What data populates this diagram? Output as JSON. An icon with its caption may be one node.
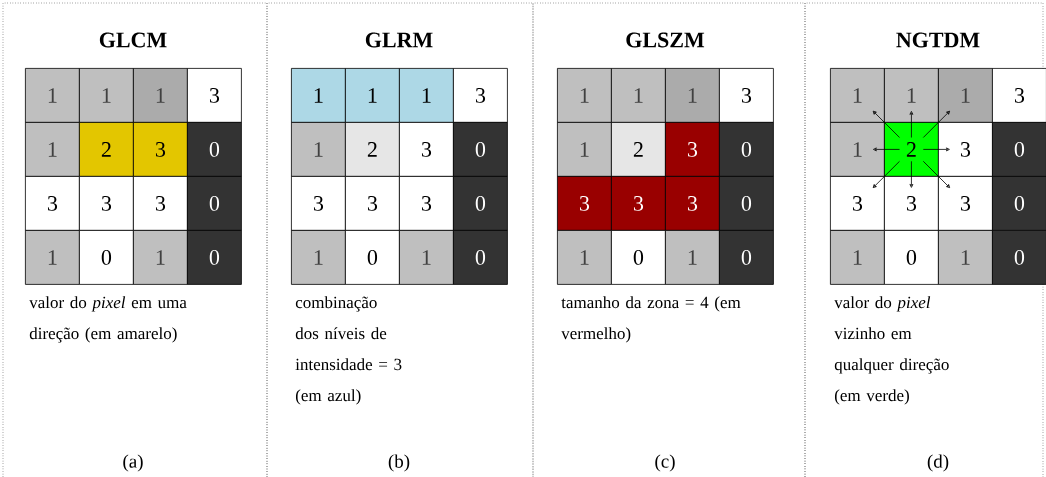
{
  "diagram": {
    "nodes": [
      {
        "text": [
          "GLCM",
          "valor do *pixel* em uma direção (em amarelo)",
          "(a)"
        ]
      },
      {
        "text": [
          "1"
        ],
        "in": 0
      },
      {
        "text": [
          "1"
        ],
        "in": 0
      },
      {
        "text": [
          "1"
        ],
        "in": 0
      },
      {
        "text": [
          "3"
        ],
        "in": 0
      },
      {
        "text": [
          "1"
        ],
        "in": 0
      },
      {
        "text": [
          "2"
        ],
        "in": 0
      },
      {
        "text": [
          "3"
        ],
        "in": 0
      },
      {
        "text": [
          "0"
        ],
        "in": 0
      },
      {
        "text": [
          "3"
        ],
        "in": 0
      },
      {
        "text": [
          "3"
        ],
        "in": 0
      },
      {
        "text": [
          "3"
        ],
        "in": 0
      },
      {
        "text": [
          "0"
        ],
        "in": 0
      },
      {
        "text": [
          "1"
        ],
        "in": 0
      },
      {
        "text": [
          "0"
        ],
        "in": 0
      },
      {
        "text": [
          "1"
        ],
        "in": 0
      },
      {
        "text": [
          "0"
        ],
        "in": 0
      },
      {
        "text": [
          "GLRM",
          "combinação dos níveis de intensidade = 3 (em azul)",
          "(b)"
        ]
      },
      {
        "text": [
          "1"
        ],
        "in": 17
      },
      {
        "text": [
          "1"
        ],
        "in": 17
      },
      {
        "text": [
          "1"
        ],
        "in": 17
      },
      {
        "text": [
          "3"
        ],
        "in": 17
      },
      {
        "text": [
          "1"
        ],
        "in": 17
      },
      {
        "text": [
          "2"
        ],
        "in": 17
      },
      {
        "text": [
          "3"
        ],
        "in": 17
      },
      {
        "text": [
          "0"
        ],
        "in": 17
      },
      {
        "text": [
          "3"
        ],
        "in": 17
      },
      {
        "text": [
          "3"
        ],
        "in": 17
      },
      {
        "text": [
          "3"
        ],
        "in": 17
      },
      {
        "text": [
          "0"
        ],
        "in": 17
      },
      {
        "text": [
          "1"
        ],
        "in": 17
      },
      {
        "text": [
          "0"
        ],
        "in": 17
      },
      {
        "text": [
          "1"
        ],
        "in": 17
      },
      {
        "text": [
          "0"
        ],
        "in": 17
      },
      {
        "text": [
          "GLSZM",
          "tamanho da zona = 4 (em vermelho)",
          "(c)"
        ]
      },
      {
        "text": [
          "1"
        ],
        "in": 34
      },
      {
        "text": [
          "1"
        ],
        "in": 34
      },
      {
        "text": [
          "1"
        ],
        "in": 34
      },
      {
        "text": [
          "3"
        ],
        "in": 34
      },
      {
        "text": [
          "1"
        ],
        "in": 34
      },
      {
        "text": [
          "2"
        ],
        "in": 34
      },
      {
        "text": [
          "3"
        ],
        "in": 34
      },
      {
        "text": [
          "0"
        ],
        "in": 34
      },
      {
        "text": [
          "3"
        ],
        "in": 34
      },
      {
        "text": [
          "3"
        ],
        "in": 34
      },
      {
        "text": [
          "3"
        ],
        "in": 34
      },
      {
        "text": [
          "0"
        ],
        "in": 34
      },
      {
        "text": [
          "1"
        ],
        "in": 34
      },
      {
        "text": [
          "0"
        ],
        "in": 34
      },
      {
        "text": [
          "1"
        ],
        "in": 34
      },
      {
        "text": [
          "0"
        ],
        "in": 34
      },
      {
        "text": [
          "NGTDM",
          "valor do *pixel* vizinho em qualquer direção (em verde)",
          "(d)"
        ]
      },
      {
        "text": [
          "1"
        ],
        "in": 51
      },
      {
        "text": [
          "1"
        ],
        "in": 51
      },
      {
        "text": [
          "1"
        ],
        "in": 51
      },
      {
        "text": [
          "3"
        ],
        "in": 51
      },
      {
        "text": [
          "1"
        ],
        "in": 51
      },
      {
        "text": [
          "2"
        ],
        "in": 51
      },
      {
        "text": [
          "3"
        ],
        "in": 51
      },
      {
        "text": [
          "0"
        ],
        "in": 51
      },
      {
        "text": [
          "3"
        ],
        "in": 51
      },
      {
        "text": [
          "3"
        ],
        "in": 51
      },
      {
        "text": [
          "3"
        ],
        "in": 51
      },
      {
        "text": [
          "0"
        ],
        "in": 51
      },
      {
        "text": [
          "1"
        ],
        "in": 51
      },
      {
        "text": [
          "0"
        ],
        "in": 51
      },
      {
        "text": [
          "1"
        ],
        "in": 51
      },
      {
        "text": [
          "0"
        ],
        "in": 51
      }
    ],
    "edges": [
      {
        "from": 57,
        "to": 52,
        "arrow": "to"
      },
      {
        "from": 57,
        "to": 53,
        "arrow": "to"
      },
      {
        "from": 57,
        "to": 54,
        "arrow": "to"
      },
      {
        "from": 57,
        "to": 56,
        "arrow": "to"
      },
      {
        "from": 57,
        "to": 58,
        "arrow": "to"
      },
      {
        "from": 57,
        "to": 60,
        "arrow": "to"
      },
      {
        "from": 57,
        "to": 61,
        "arrow": "to"
      },
      {
        "from": 57,
        "to": 62,
        "arrow": "to"
      }
    ]
  }
}
